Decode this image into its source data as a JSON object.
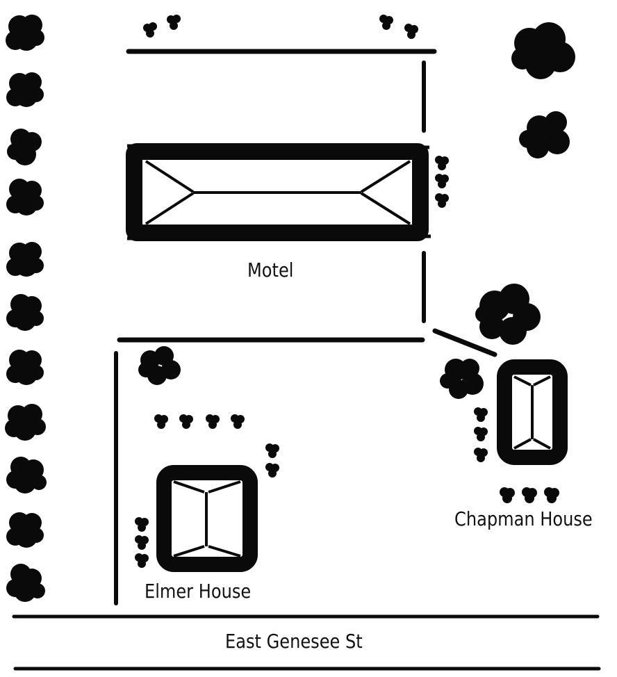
{
  "colors": {
    "ink": "#0a0a0a",
    "paper": "#ffffff"
  },
  "map": {
    "buildings": [
      {
        "id": "motel",
        "label": "Motel"
      },
      {
        "id": "elmer",
        "label": "Elmer House"
      },
      {
        "id": "chapman",
        "label": "Chapman House"
      }
    ],
    "street": {
      "label": "East Genesee St"
    }
  }
}
